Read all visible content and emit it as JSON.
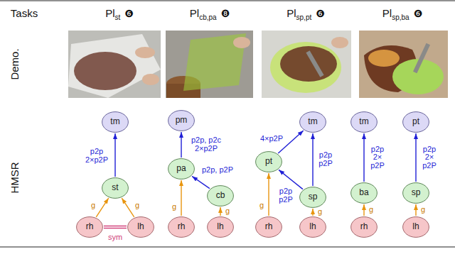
{
  "diagram": {
    "nodes": [
      {
        "text": [
          "tm"
        ]
      },
      {
        "text": [
          "st"
        ]
      },
      {
        "text": [
          "rh"
        ]
      },
      {
        "text": [
          "lh"
        ]
      },
      {
        "text": [
          "pm"
        ]
      },
      {
        "text": [
          "pa"
        ]
      },
      {
        "text": [
          "cb"
        ]
      },
      {
        "text": [
          "rh"
        ]
      },
      {
        "text": [
          "lh"
        ]
      },
      {
        "text": [
          "tm"
        ]
      },
      {
        "text": [
          "pt"
        ]
      },
      {
        "text": [
          "sp"
        ]
      },
      {
        "text": [
          "rh"
        ]
      },
      {
        "text": [
          "lh"
        ]
      },
      {
        "text": [
          "tm"
        ]
      },
      {
        "text": [
          "pt"
        ]
      },
      {
        "text": [
          "ba"
        ]
      },
      {
        "text": [
          "sp"
        ]
      },
      {
        "text": [
          "rh"
        ]
      },
      {
        "text": [
          "lh"
        ]
      }
    ],
    "edges": [
      {
        "from": 1,
        "to": 0,
        "arrow": "to",
        "label": "p2p 2×p2P"
      },
      {
        "from": 2,
        "to": 1,
        "arrow": "to",
        "label": "g"
      },
      {
        "from": 3,
        "to": 1,
        "arrow": "to",
        "label": "g"
      },
      {
        "from": 2,
        "to": 3,
        "arrow": "none",
        "label": "sym"
      },
      {
        "from": 5,
        "to": 4,
        "arrow": "to",
        "label": "p2p, p2c 2×p2P"
      },
      {
        "from": 6,
        "to": 5,
        "arrow": "to",
        "label": "p2p, p2P"
      },
      {
        "from": 7,
        "to": 5,
        "arrow": "to",
        "label": "g"
      },
      {
        "from": 8,
        "to": 6,
        "arrow": "to",
        "label": "g"
      },
      {
        "from": 10,
        "to": 9,
        "arrow": "to",
        "label": "4×p2P"
      },
      {
        "from": 11,
        "to": 9,
        "arrow": "to",
        "label": "p2p p2P"
      },
      {
        "from": 11,
        "to": 10,
        "arrow": "to",
        "label": "p2p p2P"
      },
      {
        "from": 12,
        "to": 10,
        "arrow": "to",
        "label": "g"
      },
      {
        "from": 13,
        "to": 11,
        "arrow": "to",
        "label": "g"
      },
      {
        "from": 16,
        "to": 14,
        "arrow": "to",
        "label": "p2p 2× p2P"
      },
      {
        "from": 17,
        "to": 15,
        "arrow": "to",
        "label": "p2p 2× p2P"
      },
      {
        "from": 18,
        "to": 16,
        "arrow": "to",
        "label": "g"
      },
      {
        "from": 19,
        "to": 17,
        "arrow": "to",
        "label": "g"
      }
    ],
    "labels": [
      "Tasks",
      "Pl",
      "st",
      "❻",
      "Pl",
      "cb,pa",
      "❽",
      "Pl",
      "sp,pt",
      "❻",
      "Pl",
      "sp,ba",
      "❻",
      "Demo.",
      "HMSR"
    ]
  }
}
